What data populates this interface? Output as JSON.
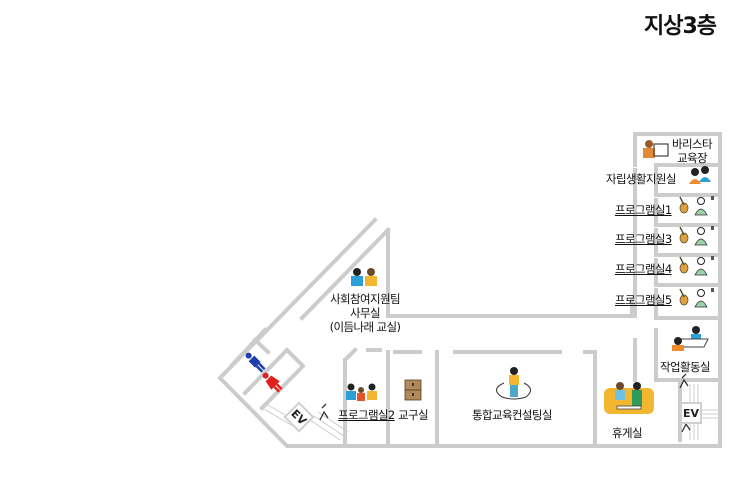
{
  "header": {
    "floor_title": "지상3층"
  },
  "colors": {
    "wall": "#cccccc",
    "men": "#1f3fb0",
    "women": "#e0211f",
    "sofa": "#f2b631"
  },
  "rooms": {
    "barista": {
      "label_line1": "바리스타",
      "label_line2": "교육장",
      "icon": "barista-icon"
    },
    "independent_living": {
      "label": "자립생활지원실",
      "icon": "counseling-icon"
    },
    "program1": {
      "label": "프로그램실1",
      "icon": "guitar-icon"
    },
    "program3": {
      "label": "프로그램실3",
      "icon": "guitar-icon"
    },
    "program4": {
      "label": "프로그램실4",
      "icon": "guitar-icon"
    },
    "program5": {
      "label": "프로그램실5",
      "icon": "guitar-icon"
    },
    "work_activity": {
      "label": "작업활동실",
      "icon": "desk-work-icon"
    },
    "lounge": {
      "label": "휴게실",
      "icon": "sofa-icon"
    },
    "social_team": {
      "label_line1": "사회참여지원팀",
      "label_line2": "사무실",
      "label_line3": "(이듬나래 교실)",
      "icon": "team-icon"
    },
    "program2": {
      "label": "프로그램실2",
      "icon": "group-icon"
    },
    "supplies": {
      "label": "교구실",
      "icon": "boxes-icon"
    },
    "consulting": {
      "label": "통합교육컨설팅실",
      "icon": "jump-rope-icon"
    },
    "restroom_men": {
      "icon": "men-restroom-icon"
    },
    "restroom_women": {
      "icon": "women-restroom-icon"
    }
  },
  "elevators": [
    {
      "label": "EV",
      "position": "left"
    },
    {
      "label": "EV",
      "position": "right"
    }
  ],
  "stairs": [
    {
      "icon": "stairs-icon",
      "position": "left"
    },
    {
      "icon": "stairs-icon",
      "position": "right-top"
    },
    {
      "icon": "stairs-icon",
      "position": "right-bottom"
    }
  ]
}
